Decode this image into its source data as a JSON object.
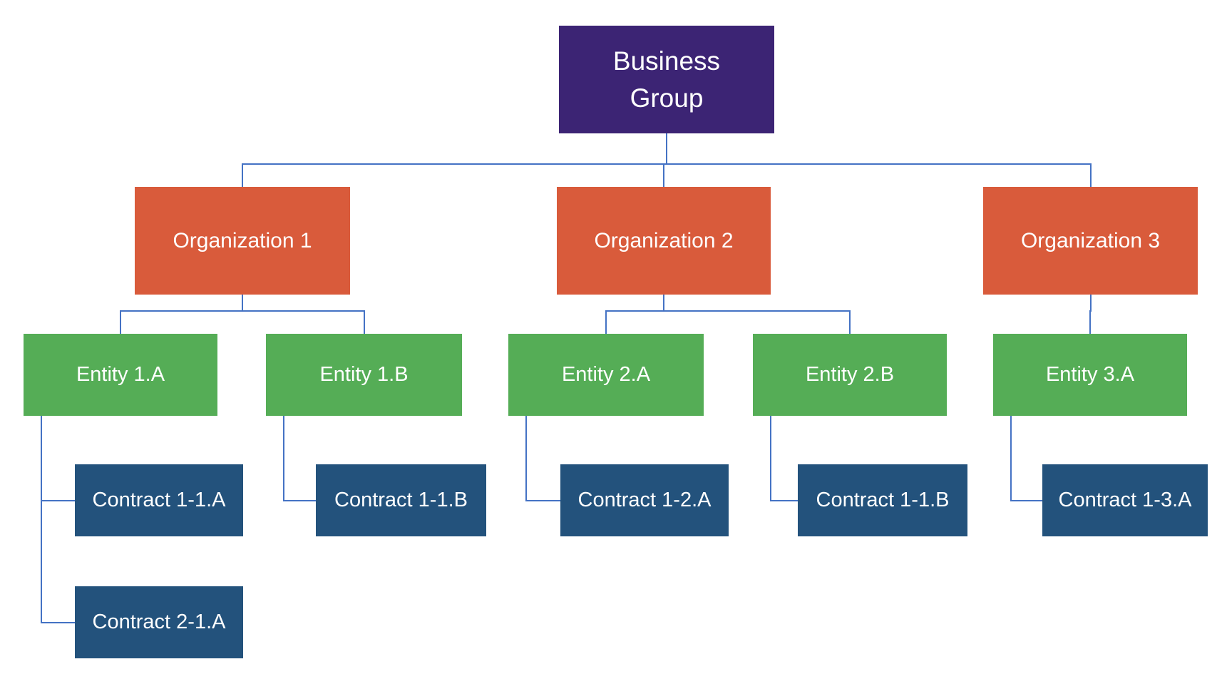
{
  "diagram": {
    "connector_color": "#4472C4",
    "text_color": "#FFFFFF",
    "node_colors": {
      "group": "#3C2474",
      "organization": "#D95B3B",
      "entity": "#55AD56",
      "contract": "#23527C"
    },
    "root": {
      "id": "business-group",
      "type": "group",
      "label": "Business Group",
      "children": [
        {
          "id": "organization-1",
          "type": "organization",
          "label": "Organization 1",
          "children": [
            {
              "id": "entity-1a",
              "type": "entity",
              "label": "Entity 1.A",
              "children": [
                {
                  "id": "contract-1-1a",
                  "type": "contract",
                  "label": "Contract 1-1.A",
                  "children": []
                },
                {
                  "id": "contract-2-1a",
                  "type": "contract",
                  "label": "Contract 2-1.A",
                  "children": []
                }
              ]
            },
            {
              "id": "entity-1b",
              "type": "entity",
              "label": "Entity 1.B",
              "children": [
                {
                  "id": "contract-1-1b",
                  "type": "contract",
                  "label": "Contract 1-1.B",
                  "children": []
                }
              ]
            }
          ]
        },
        {
          "id": "organization-2",
          "type": "organization",
          "label": "Organization 2",
          "children": [
            {
              "id": "entity-2a",
              "type": "entity",
              "label": "Entity 2.A",
              "children": [
                {
                  "id": "contract-1-2a",
                  "type": "contract",
                  "label": "Contract 1-2.A",
                  "children": []
                }
              ]
            },
            {
              "id": "entity-2b",
              "type": "entity",
              "label": "Entity 2.B",
              "children": [
                {
                  "id": "contract-1-1b-2",
                  "type": "contract",
                  "label": "Contract 1-1.B",
                  "children": []
                }
              ]
            }
          ]
        },
        {
          "id": "organization-3",
          "type": "organization",
          "label": "Organization 3",
          "children": [
            {
              "id": "entity-3a",
              "type": "entity",
              "label": "Entity 3.A",
              "children": [
                {
                  "id": "contract-1-3a",
                  "type": "contract",
                  "label": "Contract 1-3.A",
                  "children": []
                }
              ]
            }
          ]
        }
      ]
    }
  }
}
